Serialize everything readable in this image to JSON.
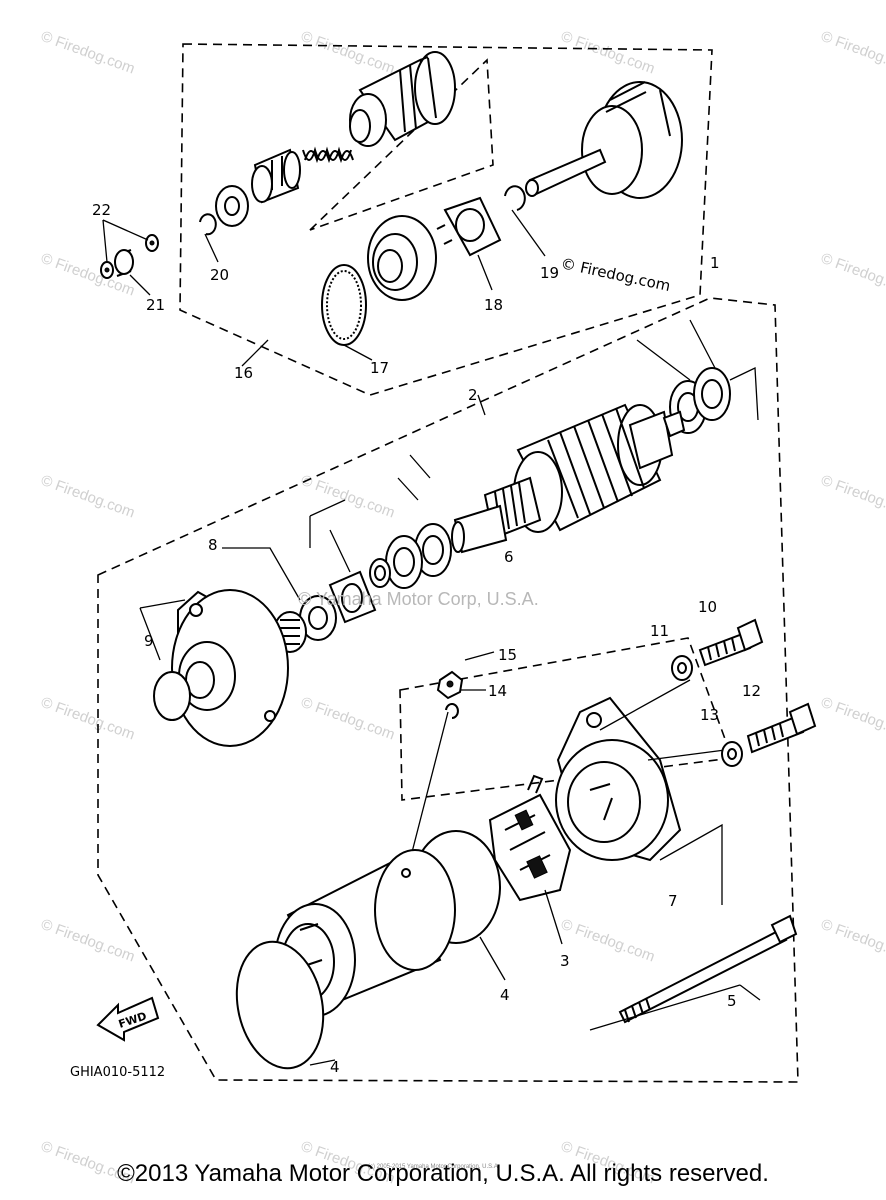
{
  "callouts": {
    "c1": "1",
    "c2": "2",
    "c3": "3",
    "c4a": "4",
    "c4b": "4",
    "c5": "5",
    "c6": "6",
    "c7": "7",
    "c8": "8",
    "c9": "9",
    "c10": "10",
    "c11": "11",
    "c12": "12",
    "c13": "13",
    "c14": "14",
    "c15": "15",
    "c16": "16",
    "c17": "17",
    "c18": "18",
    "c19": "19",
    "c20": "20",
    "c21": "21",
    "c22": "22"
  },
  "watermark": "© Firedog.com",
  "center_watermark": "© Yamaha Motor Corp, U.S.A.",
  "firedog_label": "© Firedog.com",
  "drawing_code": "GHIA010-5112",
  "fwd_label": "FWD",
  "small_copyright": "(c) 2005-2015 Yamaha Motor Corporation, U.S.A.",
  "copyright": "©2013 Yamaha Motor Corporation, U.S.A. All rights reserved."
}
